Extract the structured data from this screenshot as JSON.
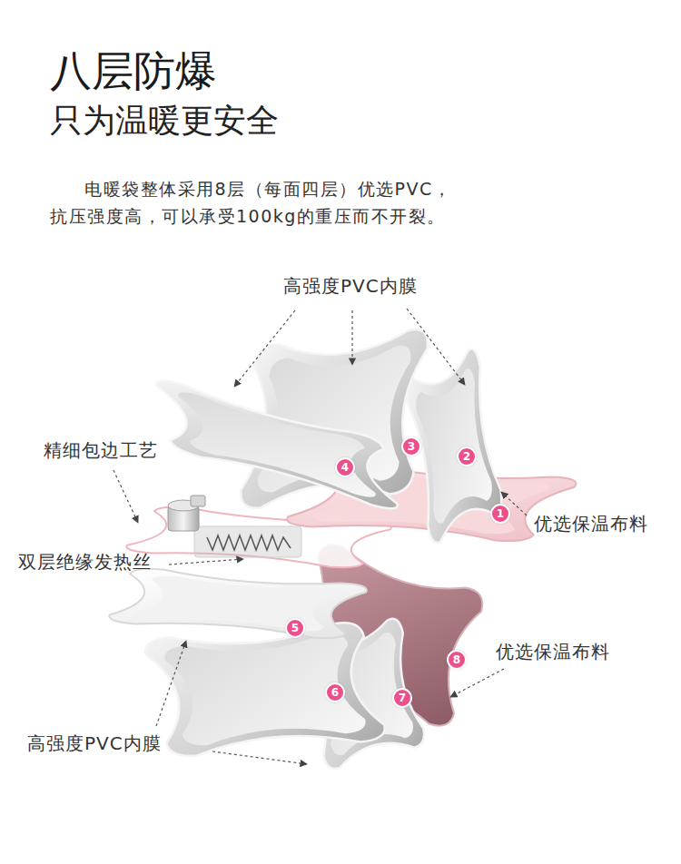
{
  "diagram": {
    "title": "八层防爆",
    "nodes": [
      {
        "text": [
          "1"
        ]
      },
      {
        "text": [
          "2"
        ]
      },
      {
        "text": [
          "3"
        ]
      },
      {
        "text": [
          "4"
        ]
      },
      {
        "text": [
          "5"
        ]
      },
      {
        "text": [
          "6"
        ]
      },
      {
        "text": [
          "7"
        ]
      },
      {
        "text": [
          "8"
        ]
      }
    ],
    "labels": [
      "只为温暖更安全",
      "电暖袋整体采用8层（每面四层）优选PVC， 抗压强度高，可以承受100kg的重压而不开裂。",
      "高强度PVC内膜",
      "精细包边工艺",
      "优选保温布料",
      "双层绝缘发热丝",
      "优选保温布料",
      "高强度PVC内膜"
    ]
  }
}
